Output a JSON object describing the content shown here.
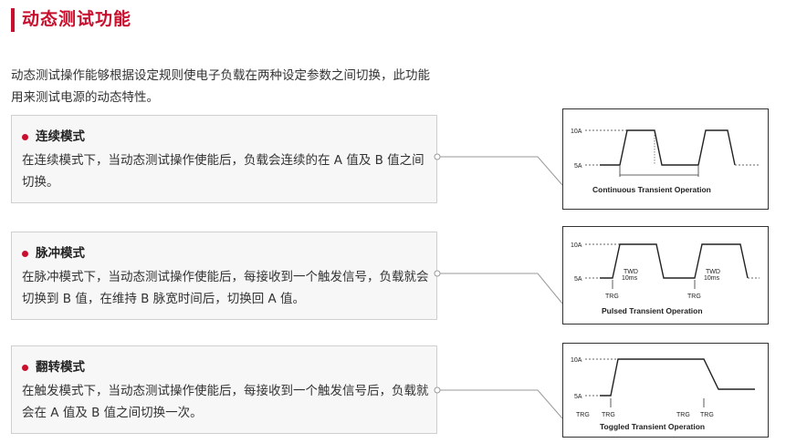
{
  "header": {
    "title": "动态测试功能"
  },
  "intro": {
    "text": "动态测试操作能够根据设定规则使电子负载在两种设定参数之间切换，此功能用来测试电源的动态特性。"
  },
  "modes": [
    {
      "title": "连续模式",
      "description": "在连续模式下，当动态测试操作使能后，负载会连续的在 A 值及 B 值之间切换。"
    },
    {
      "title": "脉冲模式",
      "description": "在脉冲模式下，当动态测试操作使能后，每接收到一个触发信号，负载就会切换到 B 值，在维持 B 脉宽时间后，切换回 A 值。"
    },
    {
      "title": "翻转模式",
      "description": "在触发模式下，当动态测试操作使能后，每接收到一个触发信号后，负载就会在 A 值及 B 值之间切换一次。"
    }
  ],
  "diagrams": {
    "continuous": {
      "high": "10A",
      "low": "5A",
      "caption": "Continuous Transient Operation"
    },
    "pulsed": {
      "high": "10A",
      "low": "5A",
      "twd": "TWD",
      "twd_value": "10ms",
      "trg": "TRG",
      "caption": "Pulsed Transient Operation"
    },
    "toggled": {
      "high": "10A",
      "low": "5A",
      "trg": "TRG",
      "caption": "Toggled Transient Operation"
    }
  },
  "colors": {
    "accent": "#c8102e",
    "card_bg": "#f7f7f7",
    "card_border": "#cfcfcf"
  }
}
